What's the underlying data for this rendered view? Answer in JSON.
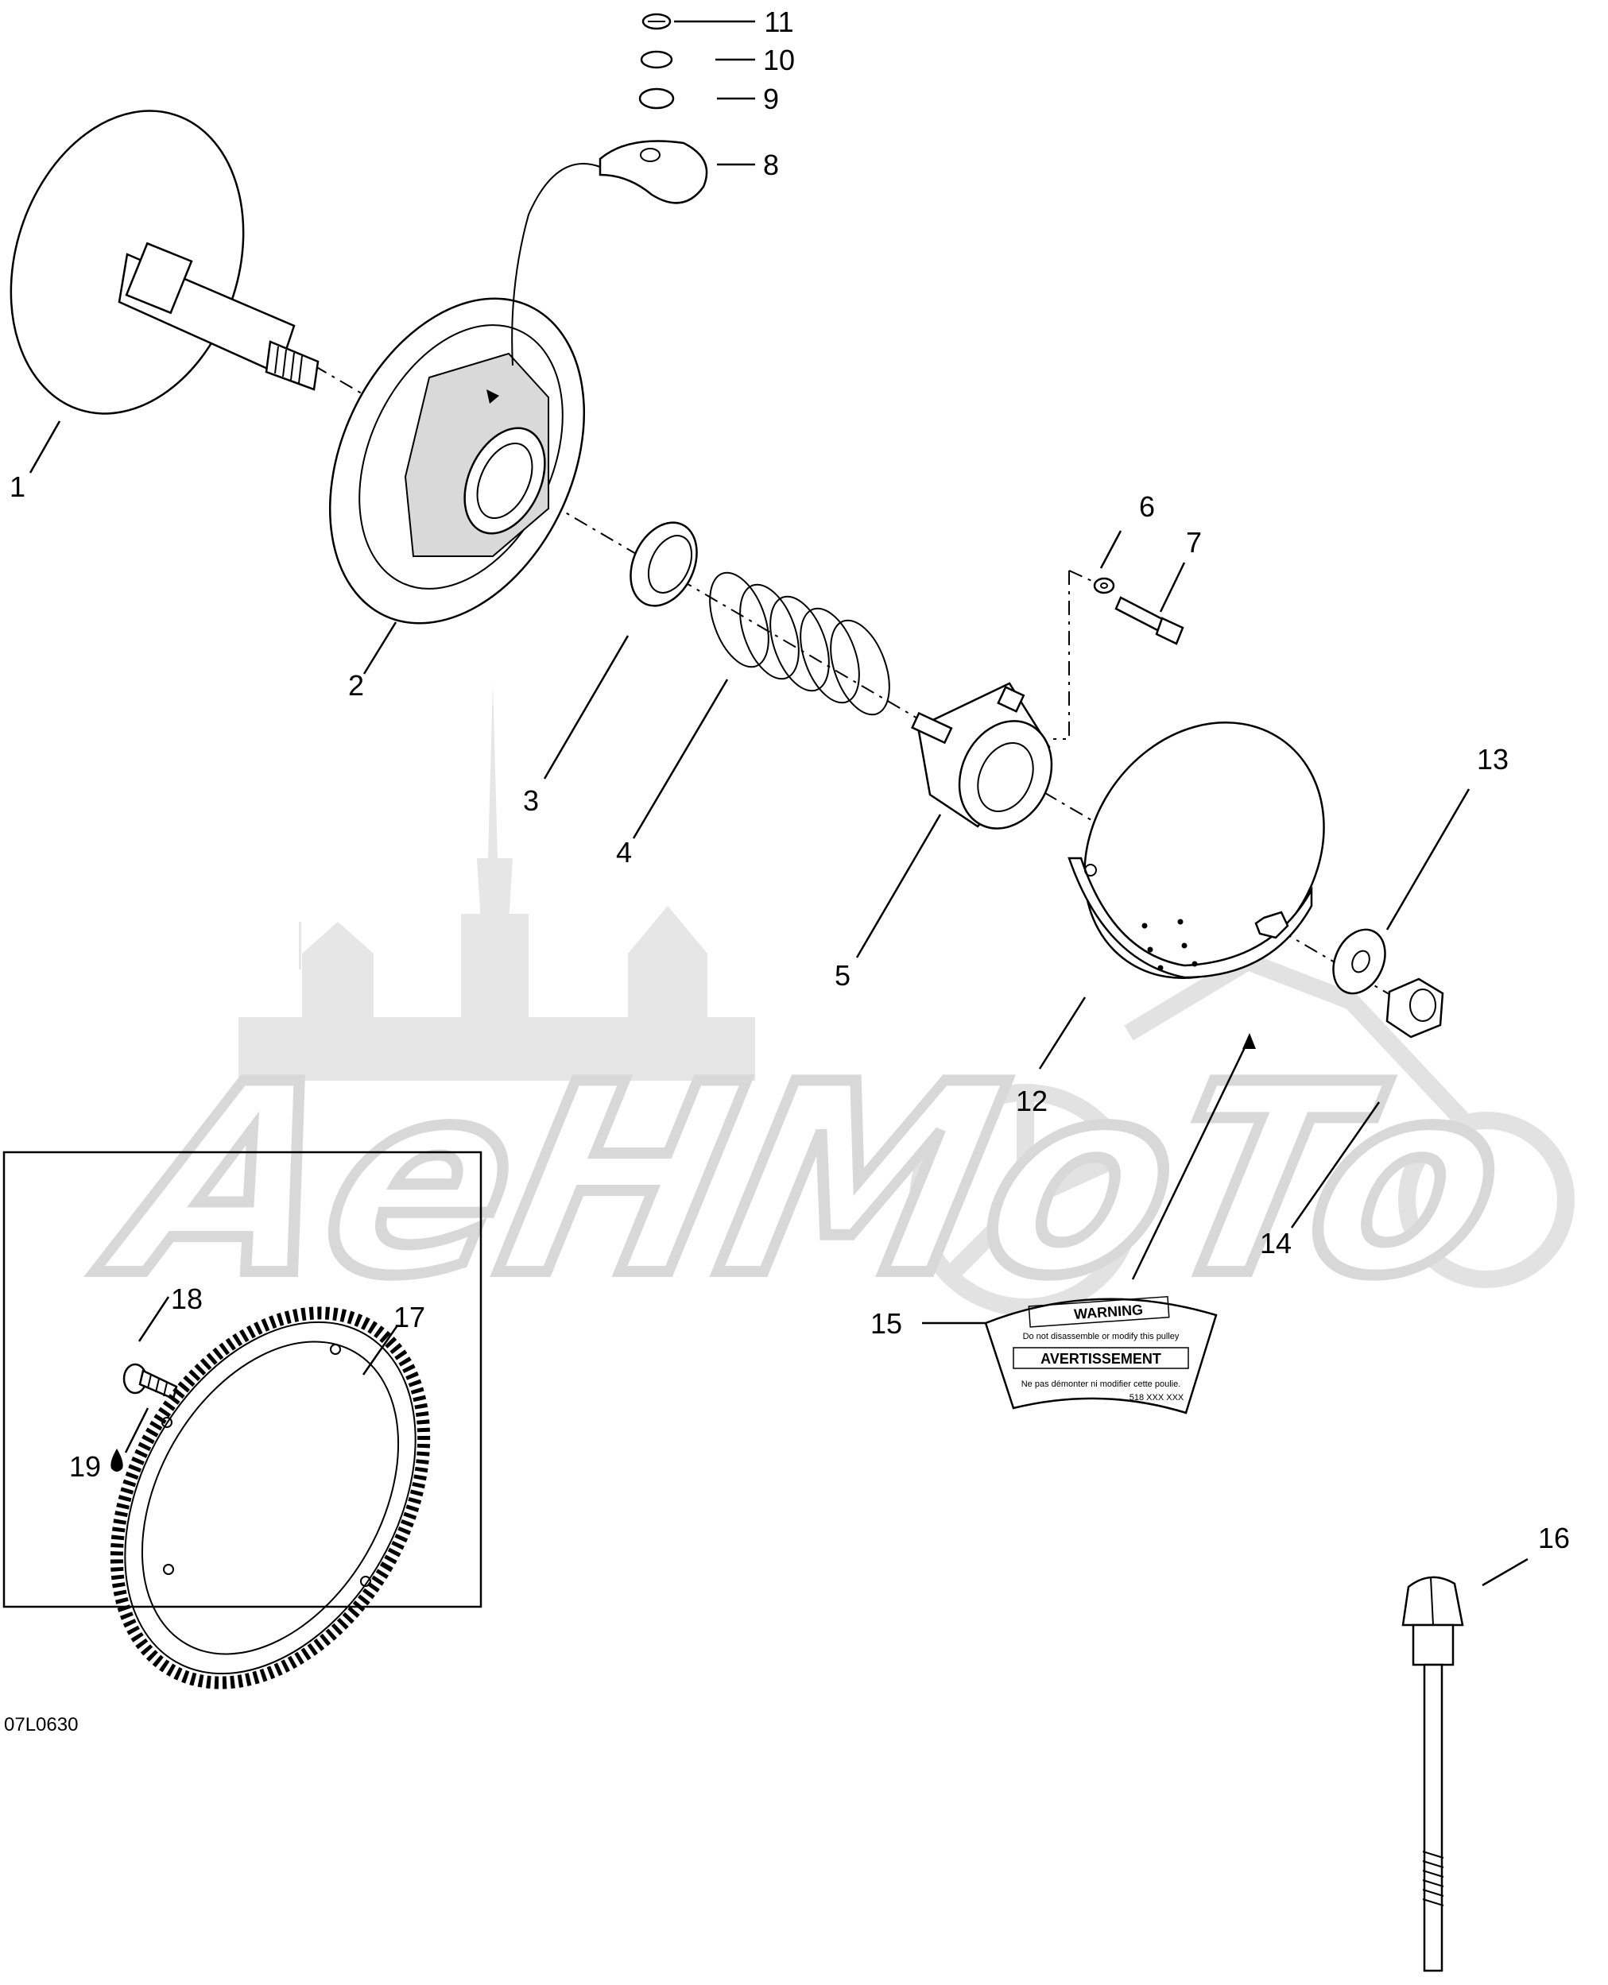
{
  "watermark": {
    "text": "AeHMoTo"
  },
  "callouts": [
    {
      "id": "1",
      "label": "1"
    },
    {
      "id": "2",
      "label": "2"
    },
    {
      "id": "3",
      "label": "3"
    },
    {
      "id": "4",
      "label": "4"
    },
    {
      "id": "5",
      "label": "5"
    },
    {
      "id": "6",
      "label": "6"
    },
    {
      "id": "7",
      "label": "7"
    },
    {
      "id": "8",
      "label": "8"
    },
    {
      "id": "9",
      "label": "9"
    },
    {
      "id": "10",
      "label": "10"
    },
    {
      "id": "11",
      "label": "11"
    },
    {
      "id": "12",
      "label": "12"
    },
    {
      "id": "13",
      "label": "13"
    },
    {
      "id": "14",
      "label": "14"
    },
    {
      "id": "15",
      "label": "15"
    },
    {
      "id": "16",
      "label": "16"
    },
    {
      "id": "17",
      "label": "17"
    },
    {
      "id": "18",
      "label": "18"
    },
    {
      "id": "19",
      "label": "19"
    }
  ],
  "warning_label": {
    "title": "WARNING",
    "line1": "Do not disassemble or modify this pulley",
    "title2": "AVERTISSEMENT",
    "line2": "Ne pas démonter ni modifier cette poulie.",
    "code": "518 XXX XXX"
  },
  "drawing_ref": "07L0630"
}
